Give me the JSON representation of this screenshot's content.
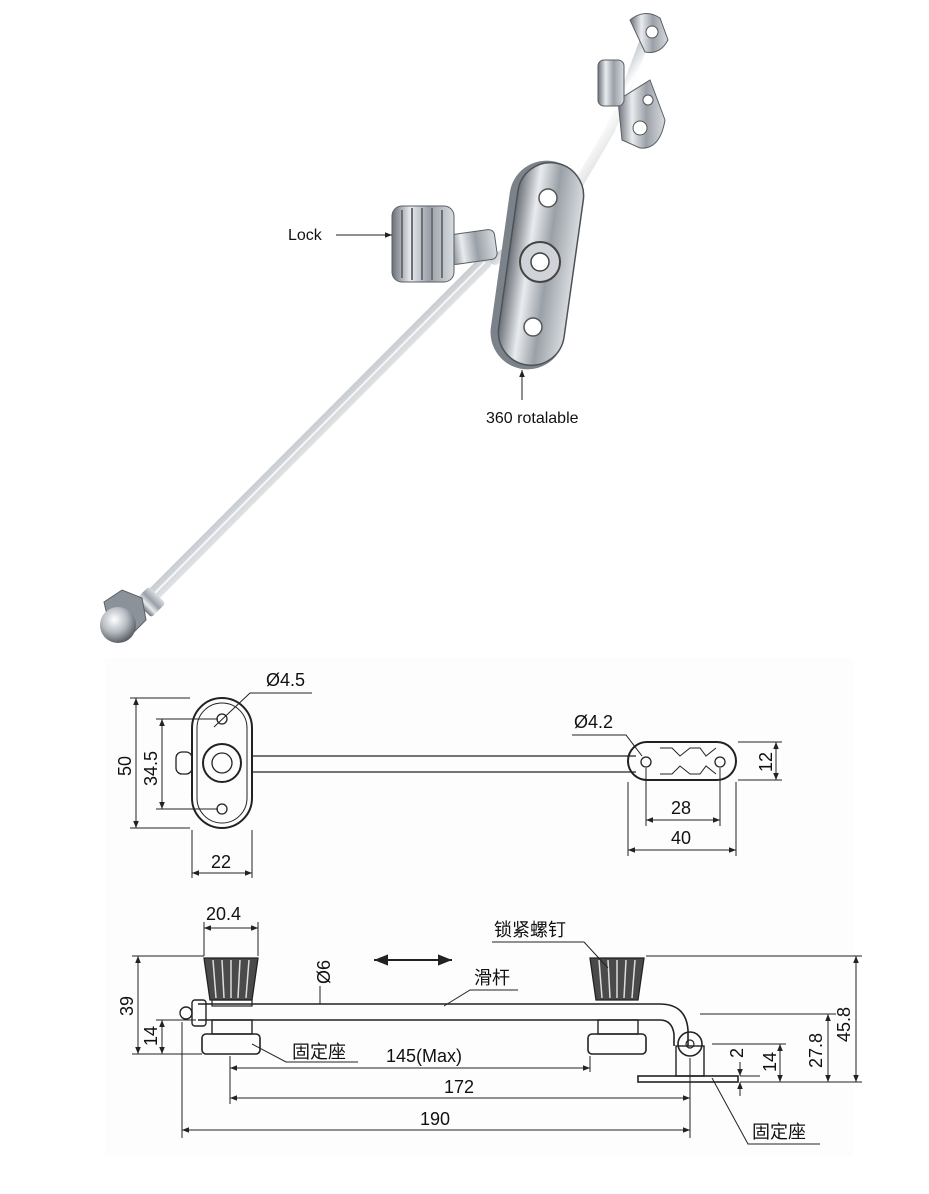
{
  "photo": {
    "lock_label": "Lock",
    "rotate_label": "360 rotalable"
  },
  "top_view": {
    "hole_left": "Ø4.5",
    "hole_right": "Ø4.2",
    "height_50": "50",
    "height_34_5": "34.5",
    "width_22": "22",
    "width_28": "28",
    "width_40": "40",
    "height_12": "12"
  },
  "side_view": {
    "width_20_4": "20.4",
    "rod_dia": "Ø6",
    "lock_screw": "锁紧螺钉",
    "slide_rod": "滑杆",
    "fixed_seat_left": "固定座",
    "fixed_seat_right": "固定座",
    "stroke": "145(Max)",
    "len_172": "172",
    "len_190": "190",
    "height_39": "39",
    "height_14_left": "14",
    "height_2": "2",
    "height_14_right": "14",
    "height_27_8": "27.8",
    "height_45_8": "45.8"
  },
  "colors": {
    "chrome_dark": "#5a5f66",
    "chrome_mid": "#a9afb6",
    "chrome_light": "#f2f4f6",
    "line": "#222222"
  }
}
